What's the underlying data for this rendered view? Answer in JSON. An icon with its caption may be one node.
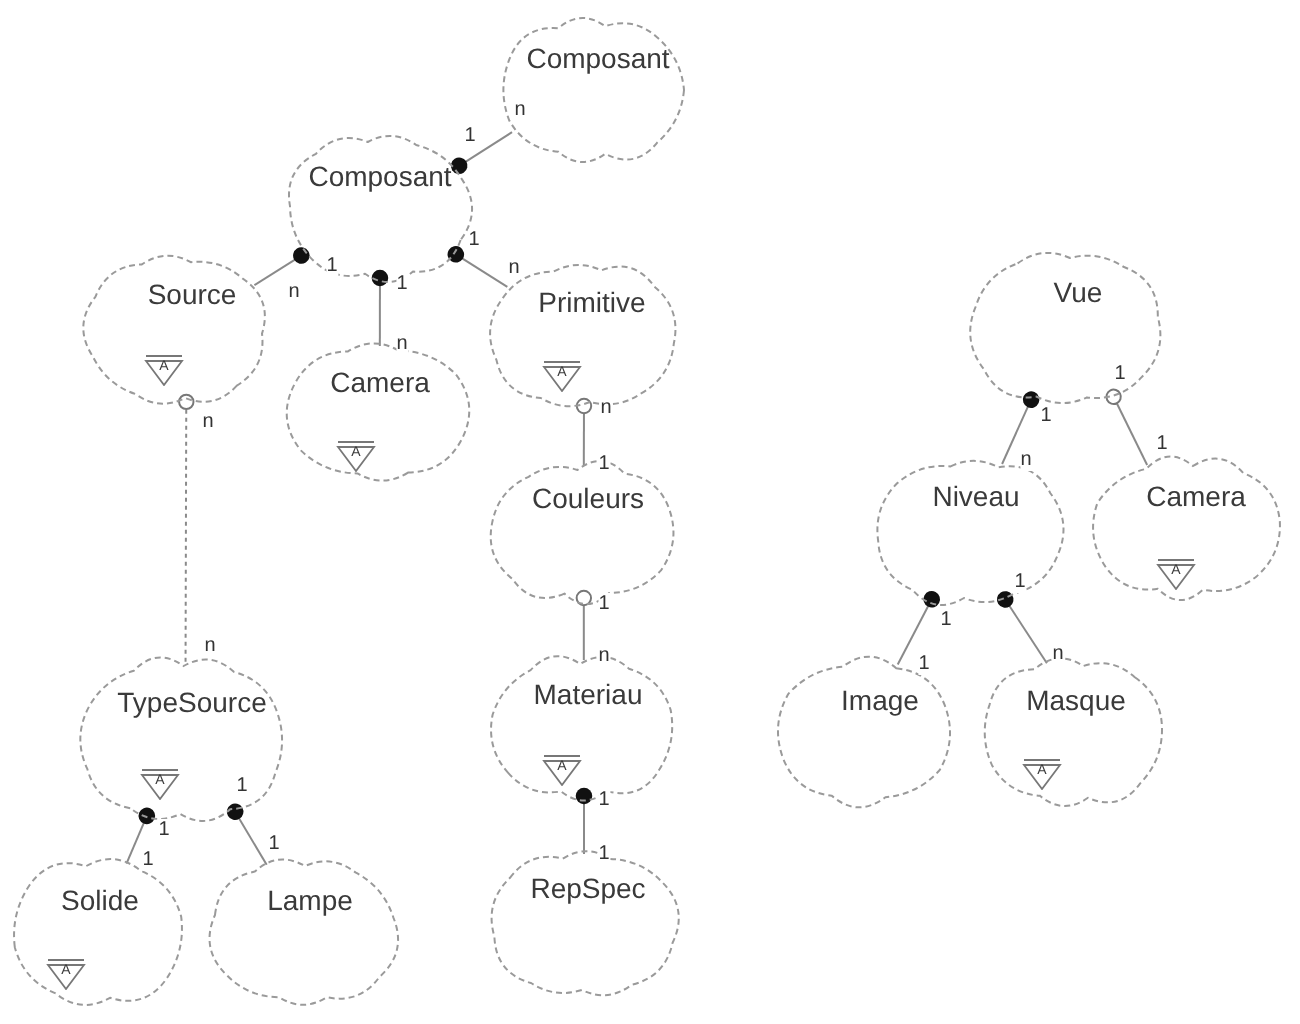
{
  "diagram": {
    "nodes": [
      {
        "text": [
          "Composant"
        ]
      },
      {
        "text": [
          "Composant"
        ]
      },
      {
        "text": [
          "Source",
          "A"
        ]
      },
      {
        "text": [
          "Camera",
          "A"
        ]
      },
      {
        "text": [
          "Primitive",
          "A"
        ]
      },
      {
        "text": [
          "Couleurs"
        ]
      },
      {
        "text": [
          "TypeSource",
          "A"
        ]
      },
      {
        "text": [
          "Materiau",
          "A"
        ]
      },
      {
        "text": [
          "Solide",
          "A"
        ]
      },
      {
        "text": [
          "Lampe"
        ]
      },
      {
        "text": [
          "RepSpec"
        ]
      },
      {
        "text": [
          "Vue"
        ]
      },
      {
        "text": [
          "Niveau"
        ]
      },
      {
        "text": [
          "Camera",
          "A"
        ]
      },
      {
        "text": [
          "Image"
        ]
      },
      {
        "text": [
          "Masque",
          "A"
        ]
      }
    ],
    "edges": [
      {
        "from": 1,
        "to": 0,
        "arrow": "other"
      },
      {
        "from": 1,
        "to": 2,
        "arrow": "other"
      },
      {
        "from": 1,
        "to": 3,
        "arrow": "other"
      },
      {
        "from": 1,
        "to": 4,
        "arrow": "other"
      },
      {
        "from": 2,
        "to": 6,
        "arrow": "other",
        "style": "dashed"
      },
      {
        "from": 4,
        "to": 5,
        "arrow": "other"
      },
      {
        "from": 5,
        "to": 7,
        "arrow": "other"
      },
      {
        "from": 7,
        "to": 10,
        "arrow": "other"
      },
      {
        "from": 6,
        "to": 8,
        "arrow": "other"
      },
      {
        "from": 6,
        "to": 9,
        "arrow": "other"
      },
      {
        "from": 11,
        "to": 12,
        "arrow": "other"
      },
      {
        "from": 11,
        "to": 13,
        "arrow": "other"
      },
      {
        "from": 12,
        "to": 14,
        "arrow": "other"
      },
      {
        "from": 12,
        "to": 15,
        "arrow": "other"
      }
    ],
    "labels": [
      "1",
      "n",
      "1",
      "n",
      "1",
      "n",
      "1",
      "n",
      "n",
      "n",
      "n",
      "1",
      "1",
      "n",
      "1",
      "1",
      "1",
      "1",
      "1",
      "1",
      "1",
      "n",
      "1",
      "1",
      "1",
      "1",
      "1",
      "n"
    ]
  }
}
